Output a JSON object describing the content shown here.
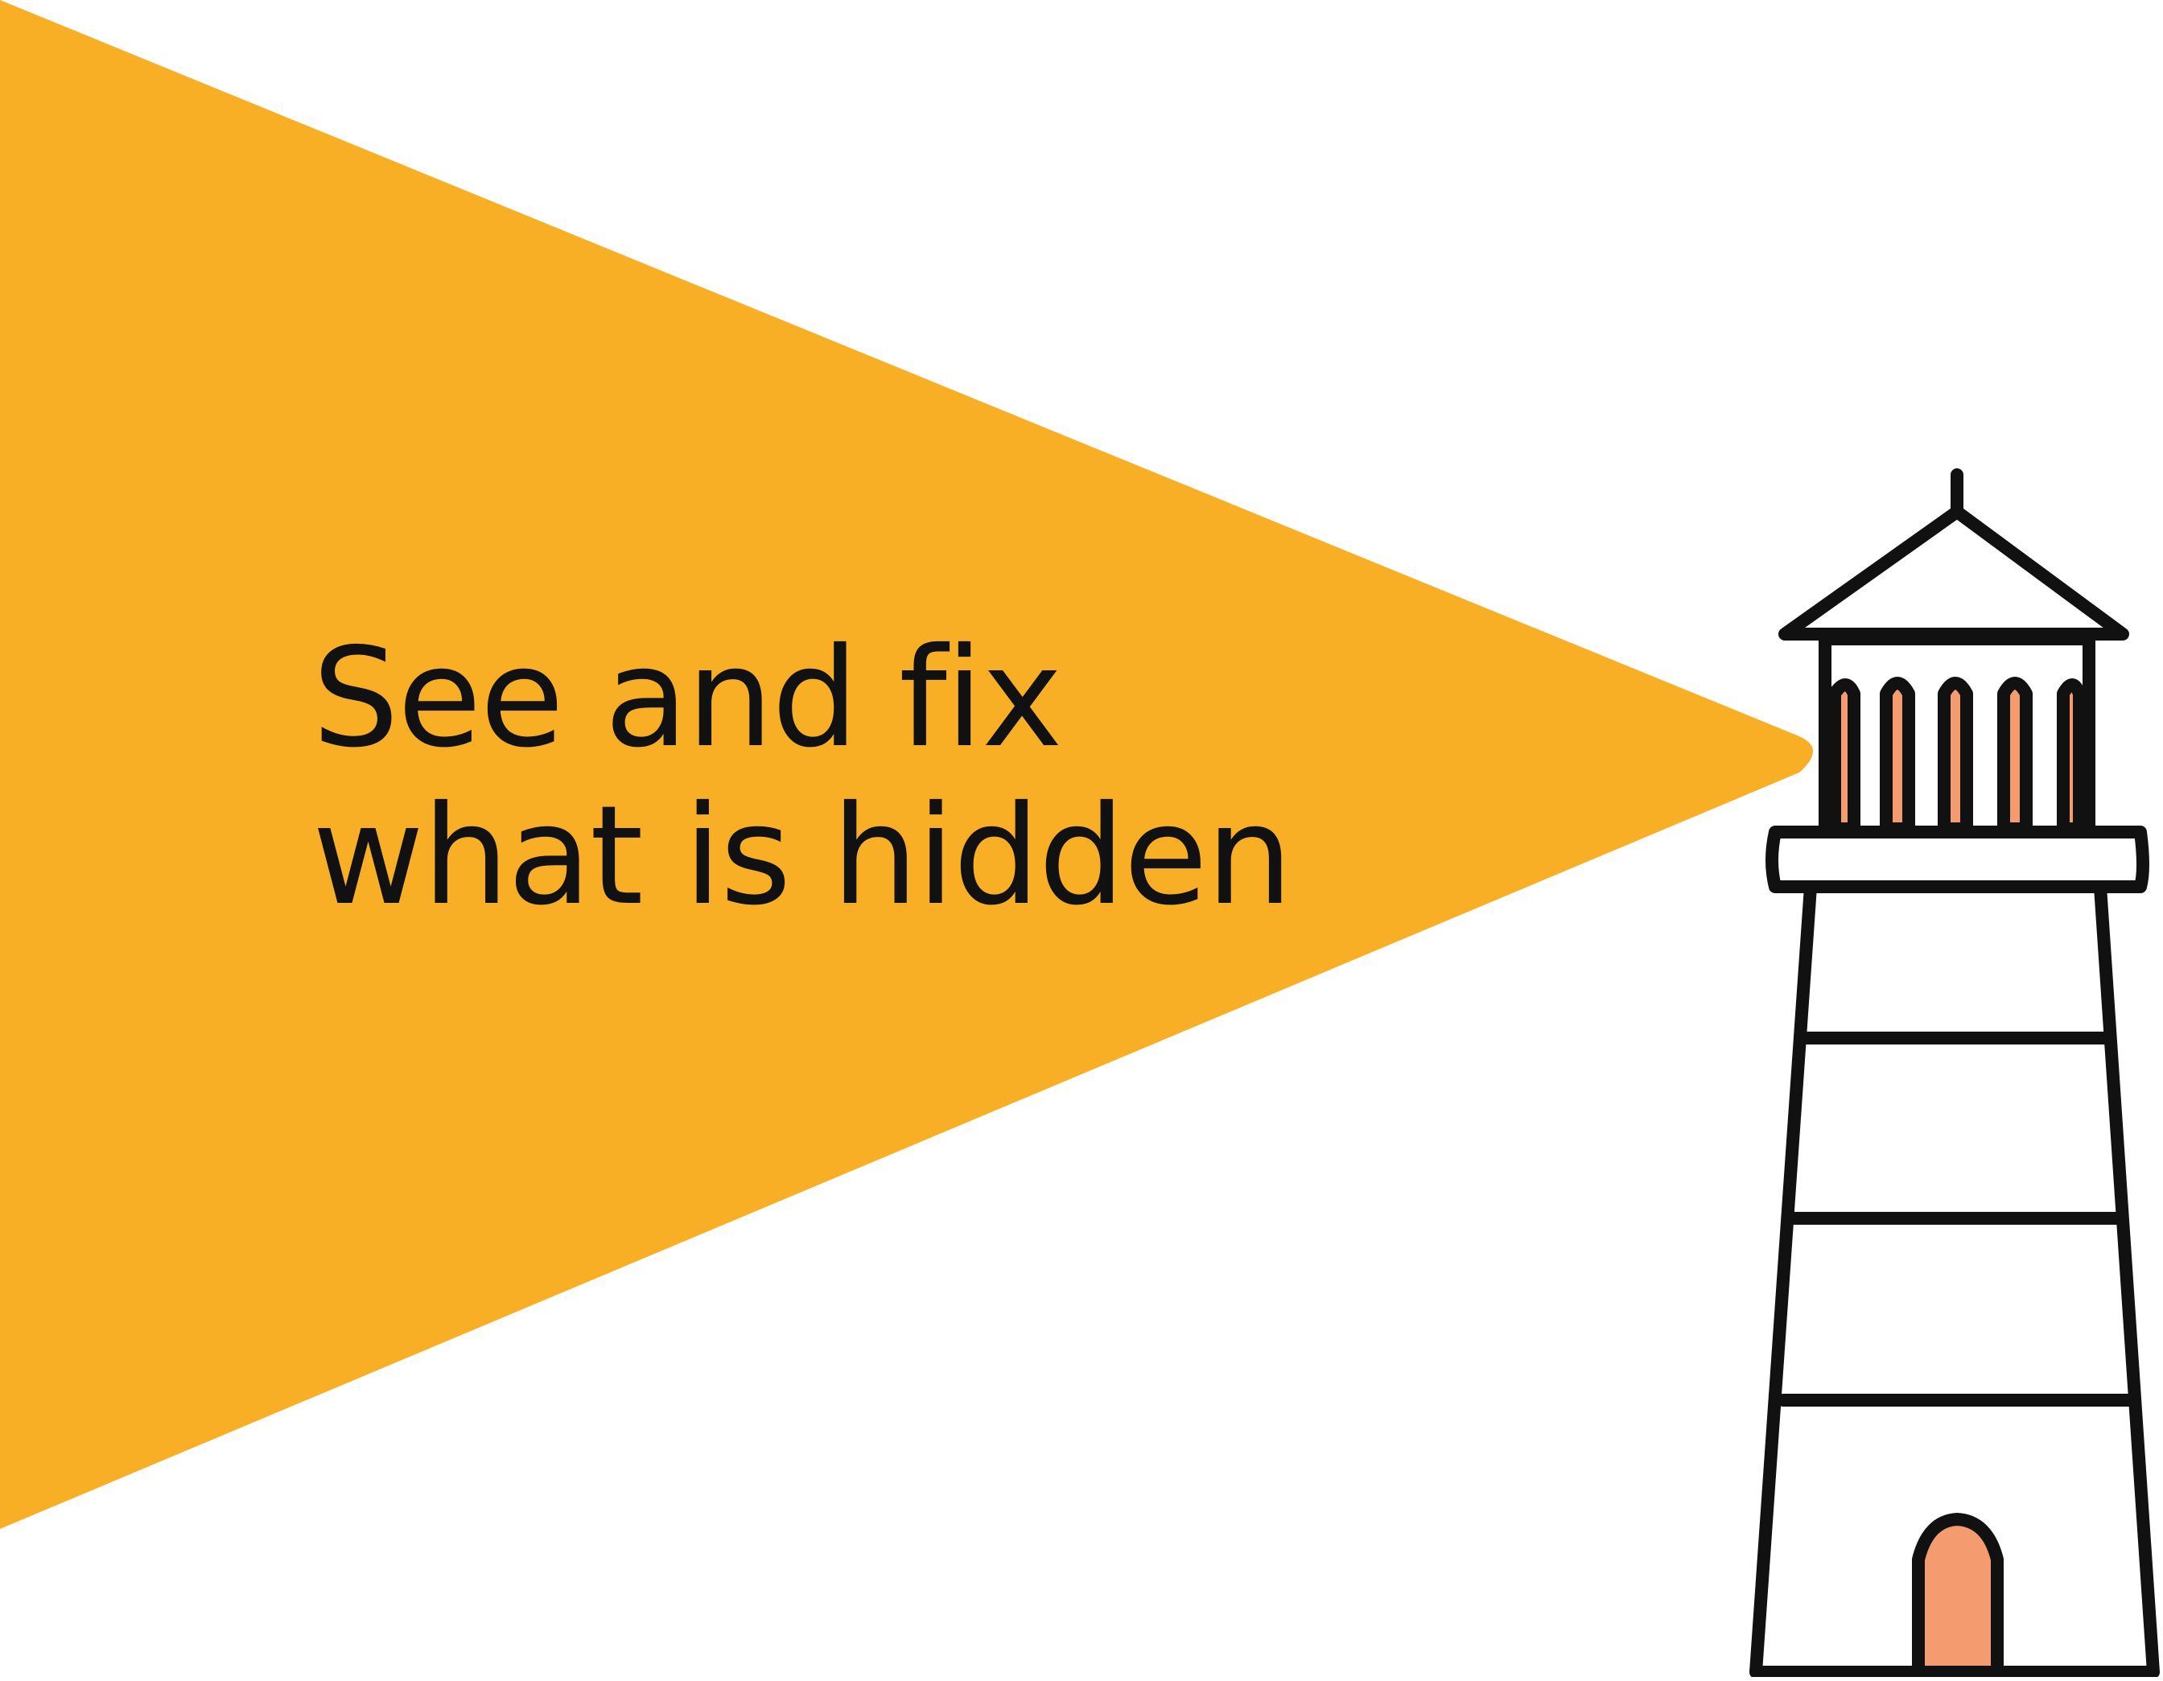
{
  "headline": {
    "line1": "See and fix",
    "line2": "what is hidden"
  },
  "colors": {
    "beam": "#F9AF25",
    "lighthouse_window": "#F49B70",
    "outline": "#111111",
    "background": "#FFFFFF"
  },
  "icons": {
    "lighthouse": "lighthouse-icon",
    "beam": "light-beam"
  }
}
